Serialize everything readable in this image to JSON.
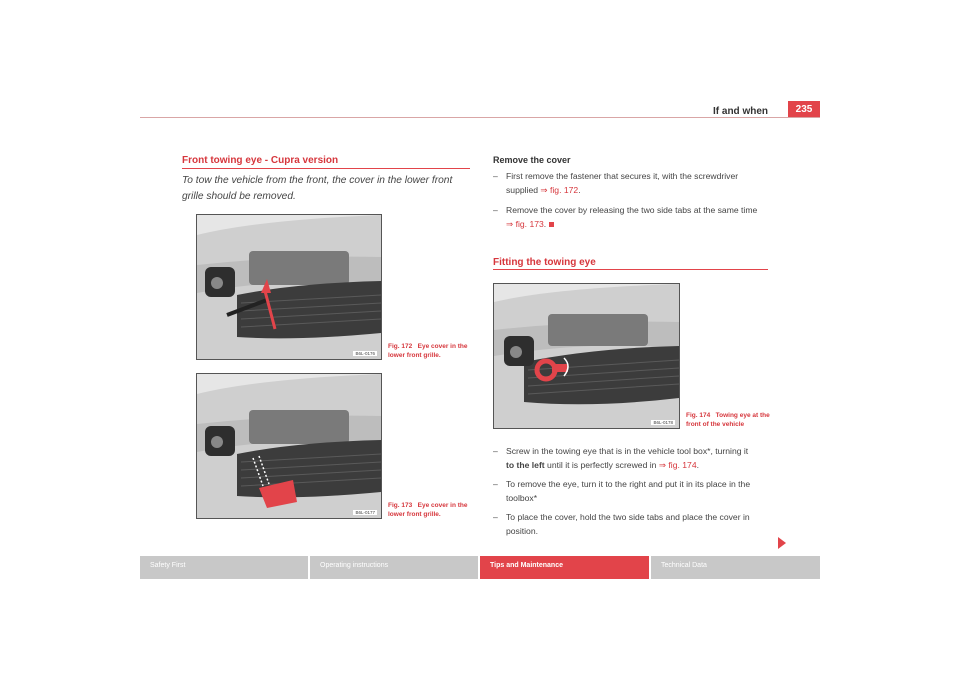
{
  "header": {
    "title": "If and when",
    "page_number": "235"
  },
  "left": {
    "section_title": "Front towing eye - Cupra version",
    "intro": "To tow the vehicle from the front, the cover in the lower front grille should be removed.",
    "figures": [
      {
        "code": "B6L-0176",
        "caption_num": "Fig. 172",
        "caption_text": "Eye cover in the lower front grille."
      },
      {
        "code": "B6L-0177",
        "caption_num": "Fig. 173",
        "caption_text": "Eye cover in the lower front grille."
      }
    ]
  },
  "right": {
    "remove_cover_title": "Remove the cover",
    "remove_steps": [
      {
        "text": "First remove the fastener that secures it, with the screwdriver",
        "text2": "supplied",
        "ref": "⇒ fig. 172",
        "after": "."
      },
      {
        "text": "Remove the cover by releasing the two side tabs at the same time",
        "ref": "⇒ fig. 173",
        "after": "."
      }
    ],
    "section_title": "Fitting the towing eye",
    "figure": {
      "code": "B6L-0178",
      "caption_num": "Fig. 174",
      "caption_text": "Towing eye at the front of the vehicle"
    },
    "steps": [
      {
        "line1": "Screw in the towing eye that is in the vehicle tool box*, turning it",
        "bold": "to the left",
        "line2": " until it is perfectly screwed in ",
        "ref": "⇒ fig. 174",
        "after": "."
      },
      {
        "line1": "To remove the eye, turn it to the right and put it in its place in the",
        "line2": "toolbox*"
      },
      {
        "line1": "To place the cover, hold the two side tabs and place the cover in",
        "line2": "position."
      }
    ],
    "dash": "–"
  },
  "footer": {
    "tabs": [
      {
        "label": "Safety First",
        "color": "#c8c8c8"
      },
      {
        "label": "Operating instructions",
        "color": "#c8c8c8"
      },
      {
        "label": "Tips and Maintenance",
        "color": "#e2444a"
      },
      {
        "label": "Technical Data",
        "color": "#c8c8c8"
      }
    ]
  },
  "colors": {
    "accent": "#e2444a",
    "footer_gray": "#c8c8c8"
  }
}
